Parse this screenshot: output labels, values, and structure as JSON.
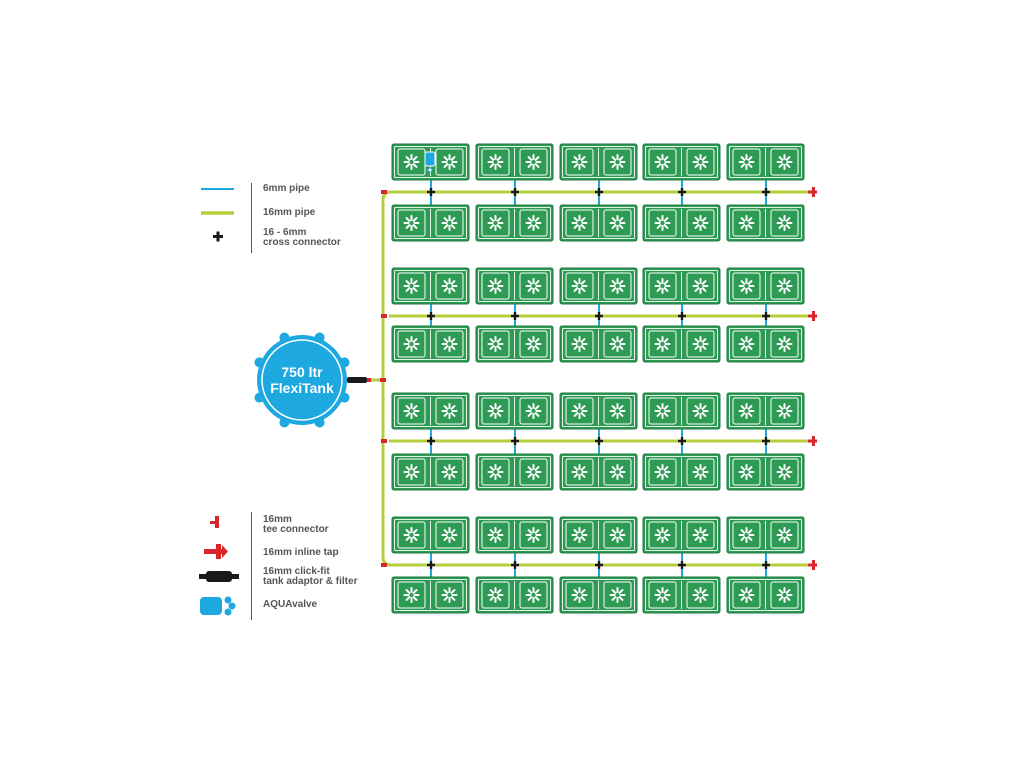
{
  "tank": {
    "line1": "750 ltr",
    "line2": "FlexiTank"
  },
  "legend_top": [
    {
      "symbol": "pipe-6mm",
      "lines": [
        "6mm pipe"
      ]
    },
    {
      "symbol": "pipe-16mm",
      "lines": [
        "16mm pipe"
      ]
    },
    {
      "symbol": "cross-connector",
      "lines": [
        "16 - 6mm",
        "cross connector"
      ]
    }
  ],
  "legend_bottom": [
    {
      "symbol": "tee-connector",
      "lines": [
        "16mm",
        "tee connector"
      ]
    },
    {
      "symbol": "inline-tap",
      "lines": [
        "16mm inline tap"
      ]
    },
    {
      "symbol": "tank-adaptor",
      "lines": [
        "16mm click-fit",
        "tank adaptor & filter"
      ]
    },
    {
      "symbol": "aquavalve",
      "lines": [
        "AQUAvalve"
      ]
    }
  ],
  "layout": {
    "columns": 5,
    "tray_rows": 8,
    "pipe_rows": 4
  },
  "colors": {
    "pipe_6mm": "#1ea8e0",
    "pipe_16mm": "#b5cf3a",
    "connector": "#1a1a1a",
    "tee": "#d8262a",
    "tank": "#1ea8e0",
    "tray": "#2e9b55",
    "tray_border": "#1f7a40",
    "tray_light": "#e3f3e8"
  }
}
